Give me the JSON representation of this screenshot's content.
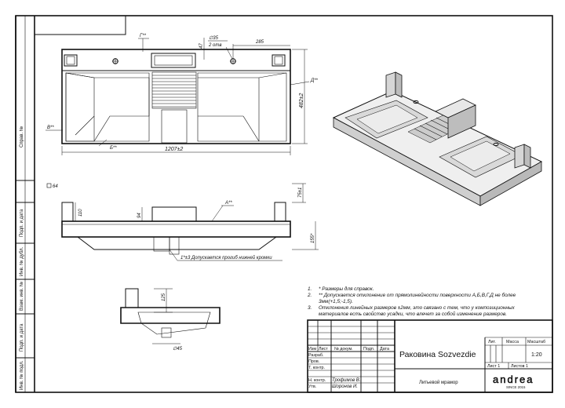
{
  "sheet": {
    "side_labels": {
      "sprav": "Справ. №",
      "podp1": "Подп. и дата",
      "inv_dubl": "Инв. № дубл.",
      "vzam": "Взам. инв. №",
      "podp2": "Подп. и дата",
      "inv_podl": "Инв. № подл."
    }
  },
  "plan_view": {
    "callout_g": "Г**",
    "callout_v": "В**",
    "callout_b": "Б**",
    "callout_d": "Д**",
    "dim_hole": "∅35",
    "dim_holes_count": "2 отв",
    "dim_47": "47",
    "dim_285": "285",
    "dim_width": "1207±2",
    "dim_depth": "482±2"
  },
  "front_view": {
    "dim_64": "64",
    "dim_110": "110",
    "dim_94": "94",
    "callout_a": "А**",
    "dim_75": "75±1",
    "dim_155": "155*",
    "note_bend": "1*±3 Допускается прогиб нижней кромки"
  },
  "side_view": {
    "dim_125": "125",
    "dim_drain": "∅45"
  },
  "notes": [
    {
      "num": "1.",
      "text": "* Размеры для справок."
    },
    {
      "num": "2.",
      "text": "** Допускается отклонение от прямолинейности поверхности А,Б,В,Г,Д не более"
    },
    {
      "num": "",
      "text": "3мм(+1,5;-1,5)."
    },
    {
      "num": "3.",
      "text": "Отклонения линейных размеров ±2мм, это связано с тем, что у композиционных"
    },
    {
      "num": "",
      "text": "материалов есть свойство усадки, что влечет за собой изменение размеров."
    }
  ],
  "title_block": {
    "title": "Раковина Sozvezdie",
    "material": "Литьевой мрамор",
    "col_izm": "Изм",
    "col_list": "Лист",
    "col_doc": "№ докум.",
    "col_podp": "Подп.",
    "col_date": "Дата",
    "razrab": "Разраб.",
    "prov": "Пров.",
    "t_kontr": "Т. контр.",
    "n_kontr": "Н. контр.",
    "utv": "Утв.",
    "n_kontr_name": "Трофимов В.",
    "utv_name": "Шоронов И.",
    "lit": "Лит.",
    "massa": "Масса",
    "masshtab": "Масштаб",
    "scale_value": "1:20",
    "sheet": "Лист 1",
    "sheets": "Листов 1",
    "brand": "andrea",
    "brand_since": "SINCE 2015"
  }
}
